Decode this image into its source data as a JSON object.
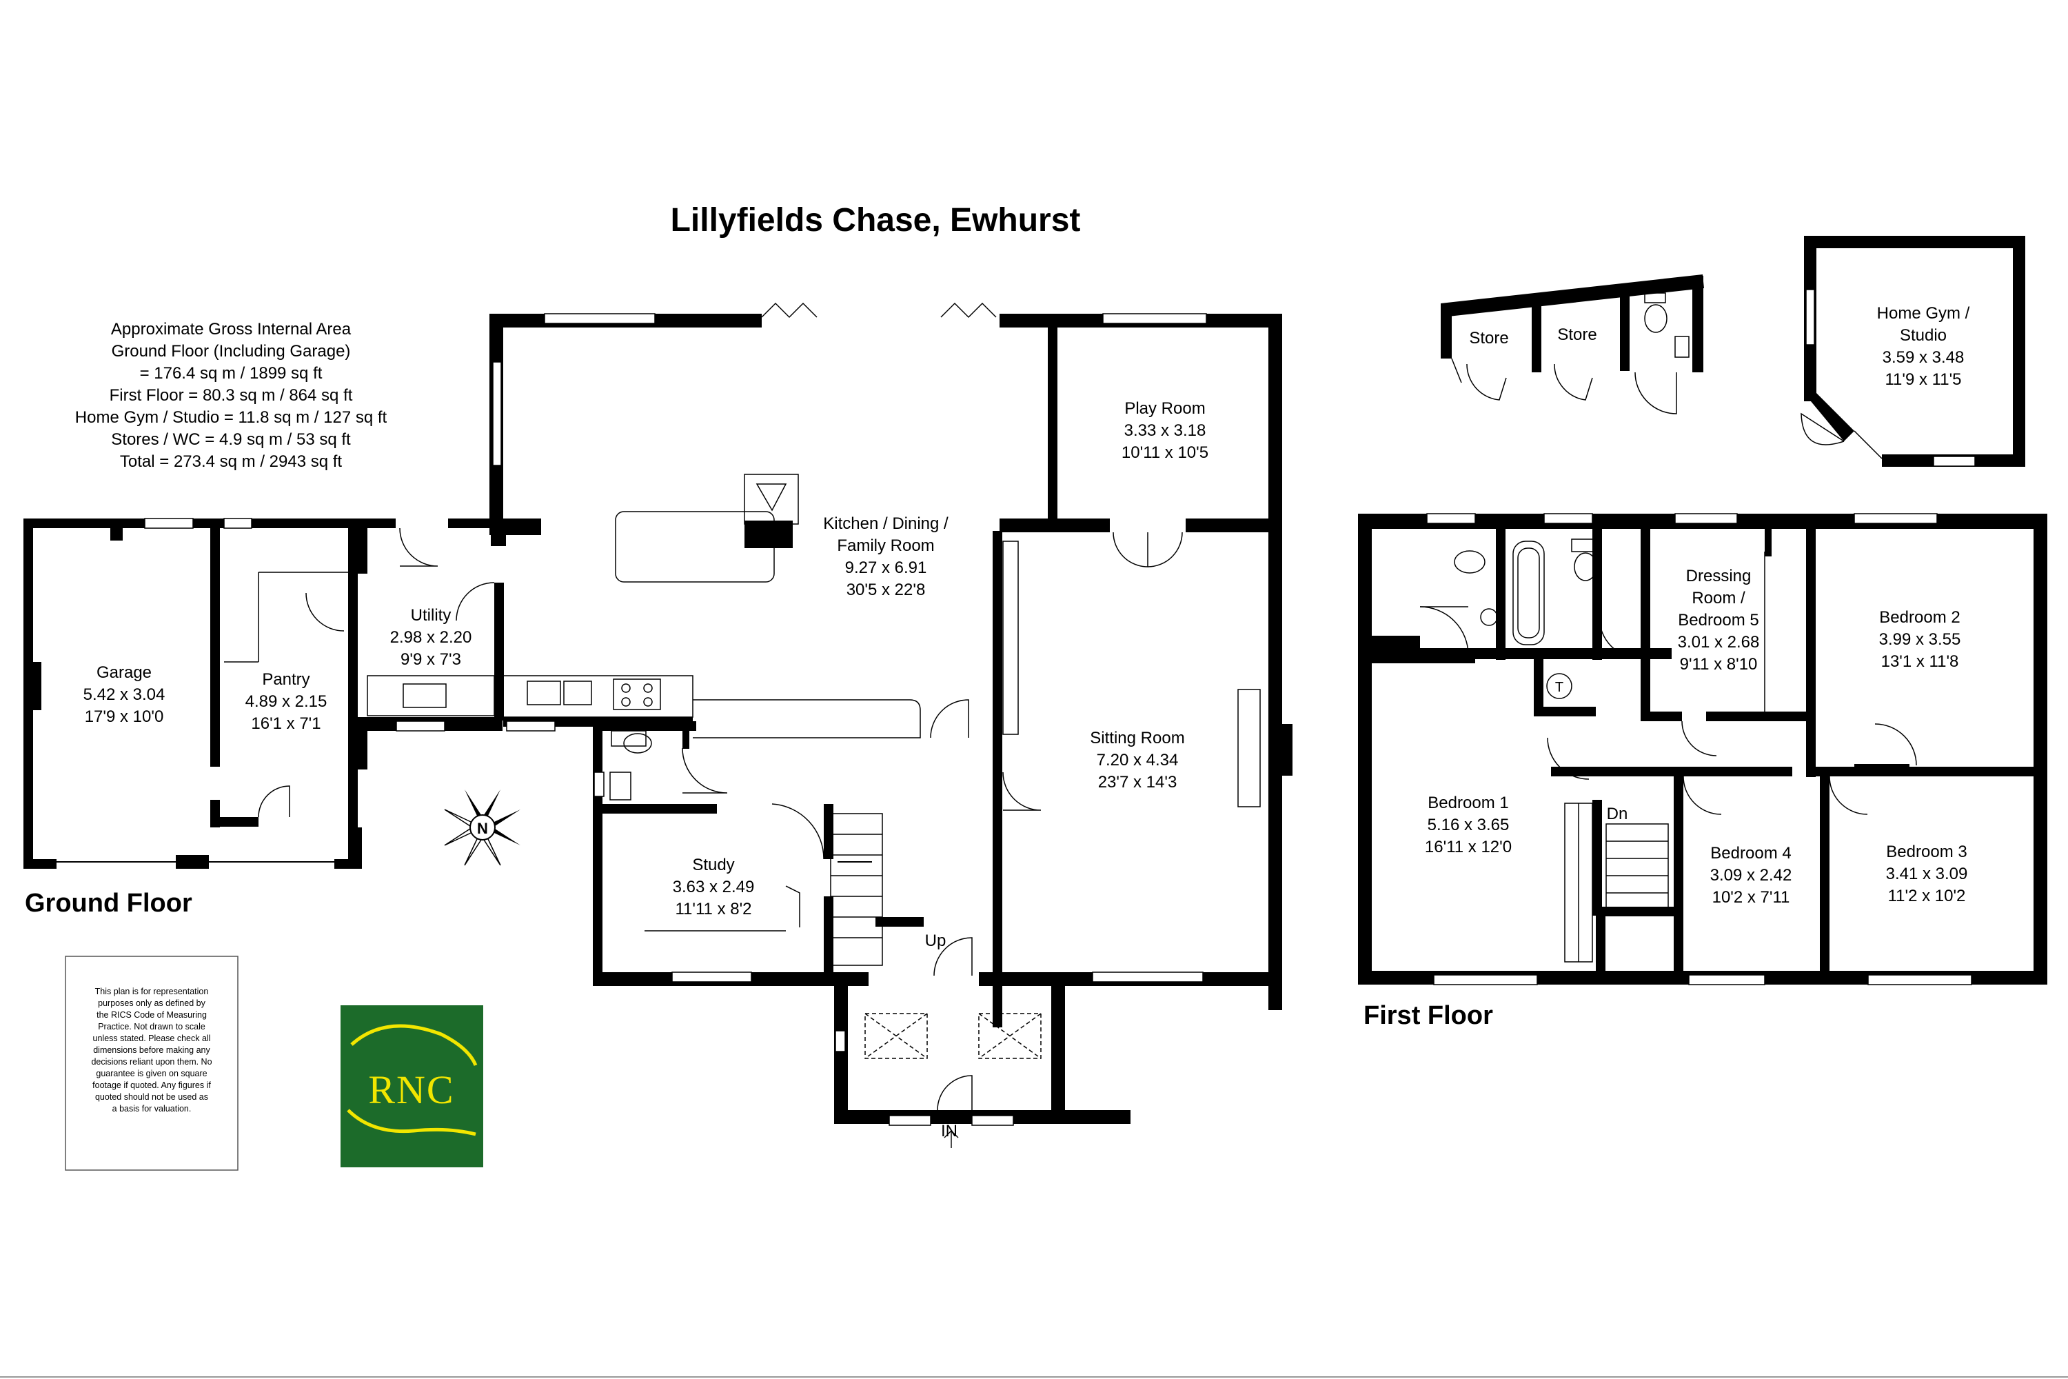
{
  "title": "Lillyfields Chase, Ewhurst",
  "area_summary": [
    "Approximate Gross Internal Area",
    "Ground Floor (Including Garage)",
    "= 176.4 sq m / 1899 sq ft",
    "First Floor = 80.3 sq m / 864 sq ft",
    "Home Gym / Studio = 11.8 sq m / 127 sq ft",
    "Stores / WC = 4.9 sq m / 53 sq ft",
    "Total = 273.4 sq m / 2943 sq ft"
  ],
  "floors": {
    "ground": "Ground Floor",
    "first": "First Floor"
  },
  "rooms": {
    "garage": [
      "Garage",
      "5.42 x 3.04",
      "17'9 x 10'0"
    ],
    "pantry": [
      "Pantry",
      "4.89 x 2.15",
      "16'1 x 7'1"
    ],
    "utility": [
      "Utility",
      "2.98 x 2.20",
      "9'9 x 7'3"
    ],
    "kitchen": [
      "Kitchen / Dining /",
      "Family Room",
      "9.27 x 6.91",
      "30'5 x 22'8"
    ],
    "playroom": [
      "Play Room",
      "3.33 x 3.18",
      "10'11 x 10'5"
    ],
    "sitting": [
      "Sitting Room",
      "7.20 x 4.34",
      "23'7 x 14'3"
    ],
    "study": [
      "Study",
      "3.63 x 2.49",
      "11'11 x 8'2"
    ],
    "store1": [
      "Store"
    ],
    "store2": [
      "Store"
    ],
    "gym": [
      "Home Gym /",
      "Studio",
      "3.59 x 3.48",
      "11'9 x 11'5"
    ],
    "dressing": [
      "Dressing",
      "Room /",
      "Bedroom 5",
      "3.01 x 2.68",
      "9'11 x 8'10"
    ],
    "bed2": [
      "Bedroom 2",
      "3.99 x 3.55",
      "13'1 x 11'8"
    ],
    "bed1": [
      "Bedroom 1",
      "5.16 x 3.65",
      "16'11 x 12'0"
    ],
    "bed4": [
      "Bedroom 4",
      "3.09 x 2.42",
      "10'2 x 7'11"
    ],
    "bed3": [
      "Bedroom 3",
      "3.41 x 3.09",
      "11'2 x 10'2"
    ]
  },
  "markers": {
    "up": "Up",
    "in": "IN",
    "down": "Dn",
    "tank": "T",
    "compass": "N"
  },
  "disclaimer": [
    "This plan is for representation",
    "purposes only as defined by",
    "the RICS Code of Measuring",
    "Practice. Not drawn to scale",
    "unless stated. Please check all",
    "dimensions before making any",
    "decisions reliant upon them. No",
    "guarantee is given on square",
    "footage if quoted. Any figures if",
    "quoted should not be used as",
    "a basis for valuation."
  ],
  "logo": {
    "text": "RNC",
    "background": "#1c6b2a",
    "accent": "#f2e600"
  }
}
